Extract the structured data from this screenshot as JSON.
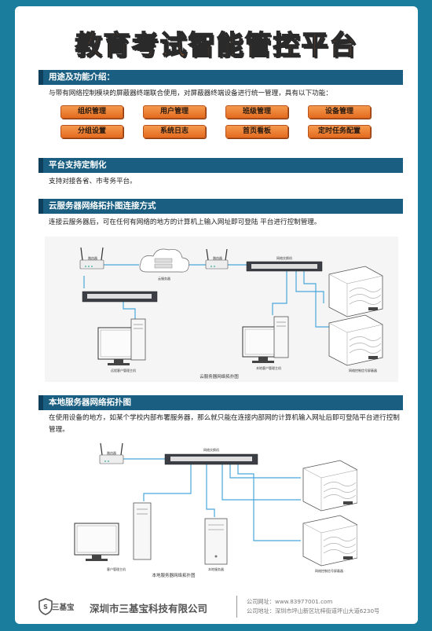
{
  "title": "教育考试智能管控平台",
  "sections": {
    "features": {
      "heading": "用途及功能介绍：",
      "text": "与带有网络控制模块的屏蔽器终端联合使用，对屏蔽器终端设备进行统一管理，具有以下功能：",
      "buttons": [
        "组织管理",
        "用户管理",
        "班级管理",
        "设备管理",
        "分组设置",
        "系统日志",
        "首页看板",
        "定时任务配置"
      ]
    },
    "custom": {
      "heading": "平台支持定制化",
      "text": "支持对接各省、市考务平台。"
    },
    "cloud": {
      "heading": "云服务器网络拓扑图连接方式",
      "text": "连接云服务器后，可在任何有网络的地方的计算机上输入网址即可登陆 平台进行控制管理。",
      "diagram": {
        "router1": "路由器",
        "cloud": "云服务器",
        "router2": "路由器",
        "switch": "网络交换机",
        "pc_left": "远程客户管理主机",
        "pc_right": "本地客户管理主机",
        "devices": "网络控制信号屏蔽器",
        "caption": "云服务器网络拓扑图"
      }
    },
    "local": {
      "heading": "本地服务器网络拓扑图",
      "text": "在使用设备的地方，如某个学校内部布署服务器，那么就只能在连接内部网的计算机输入网址后即可登陆平台进行控制管理。",
      "diagram": {
        "router": "路由器",
        "switch": "网络交换机",
        "pc": "客户管理主机",
        "server": "本地服务器",
        "devices": "网络控制信号屏蔽器",
        "caption": "本地服务器网络拓扑图"
      }
    }
  },
  "footer": {
    "logo_text": "三基宝",
    "company": "深圳市三基宝科技有限公司",
    "website": "公司网址：www.83977001.com",
    "address": "公司地址：深圳市坪山新区坑梓街道坪山大道6230号"
  },
  "colors": {
    "background": "#1a7d9e",
    "section_bar": "#1a5f82",
    "button": "#ef7f32",
    "title": "#f07a2c",
    "link_line": "#4aa6dc"
  },
  "icons": [
    "router-icon",
    "cloud-icon",
    "switch-icon",
    "computer-icon",
    "server-tower-icon",
    "jammer-device-icon",
    "shield-logo-icon"
  ]
}
